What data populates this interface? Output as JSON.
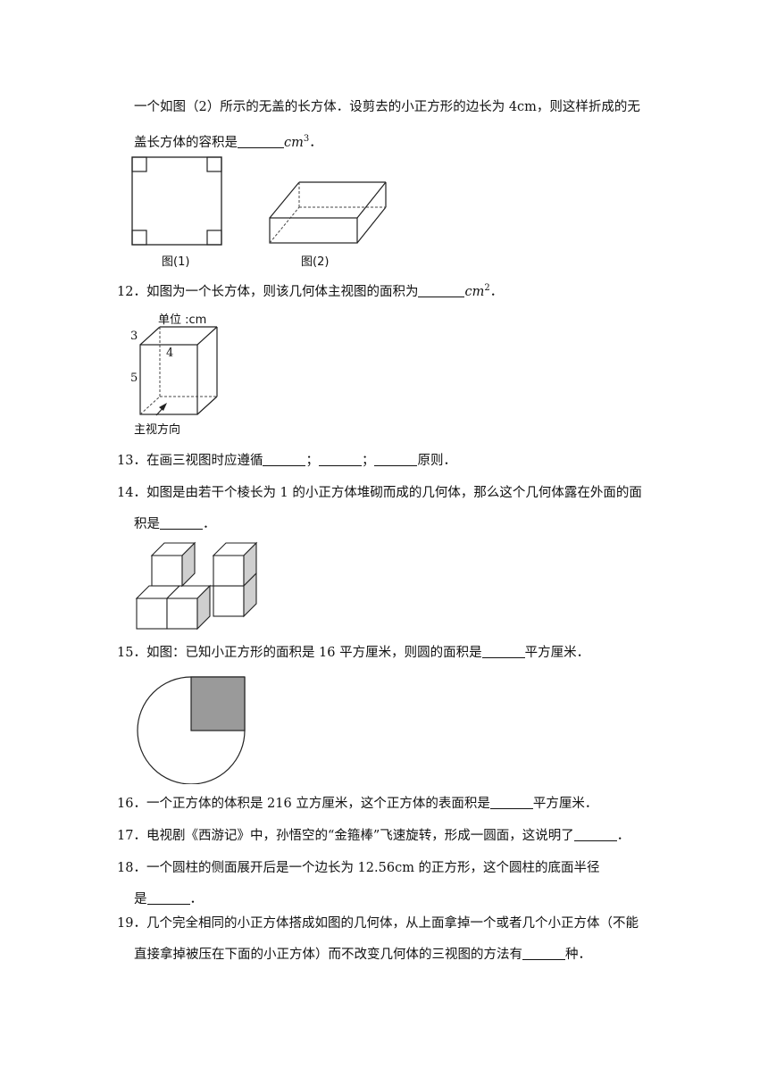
{
  "q11": {
    "line1": "一个如图（2）所示的无盖的长方体．设剪去的小正方形的边长为 4cm，则这样折成的无",
    "line2_pre": "盖长方体的容积是",
    "line2_unit": "cm",
    "line2_sup": "3",
    "line2_end": "．",
    "fig1_label": "图(1)",
    "fig2_label": "图(2)"
  },
  "q12": {
    "text": "12．如图为一个长方体，则该几何体主视图的面积为",
    "unit": "cm",
    "sup": "2",
    "end": "．",
    "fig_unit": "单位 :cm",
    "dim_3": "3",
    "dim_4": "4",
    "dim_5": "5",
    "arrow_label": "主视方向"
  },
  "q13": {
    "text": "13．在画三视图时应遵循",
    "sep1": "；",
    "sep2": "；",
    "end": "原则．"
  },
  "q14": {
    "line1": "14．如图是由若干个棱长为 1 的小正方体堆砌而成的几何体，那么这个几何体露在外面的面",
    "line2_pre": "积是",
    "line2_end": "．"
  },
  "q15": {
    "text": "15．如图：已知小正方形的面积是 16 平方厘米，则圆的面积是",
    "end": "平方厘米．"
  },
  "q16": {
    "text": "16．一个正方体的体积是 216 立方厘米，这个正方体的表面积是",
    "end": "平方厘米．"
  },
  "q17": {
    "text": "17．电视剧《西游记》中，孙悟空的“金箍棒”飞速旋转，形成一圆面，这说明了",
    "end": "．"
  },
  "q18": {
    "line1": "18．一个圆柱的侧面展开后是一个边长为 12.56cm 的正方形，这个圆柱的底面半径",
    "line2_pre": "是",
    "line2_end": "．"
  },
  "q19": {
    "line1": "19．几个完全相同的小正方体搭成如图的几何体，从上面拿掉一个或者几个小正方体（不能",
    "line2_pre": "直接拿掉被压在下面的小正方体）而不改变几何体的三视图的方法有",
    "line2_end": "种．"
  }
}
